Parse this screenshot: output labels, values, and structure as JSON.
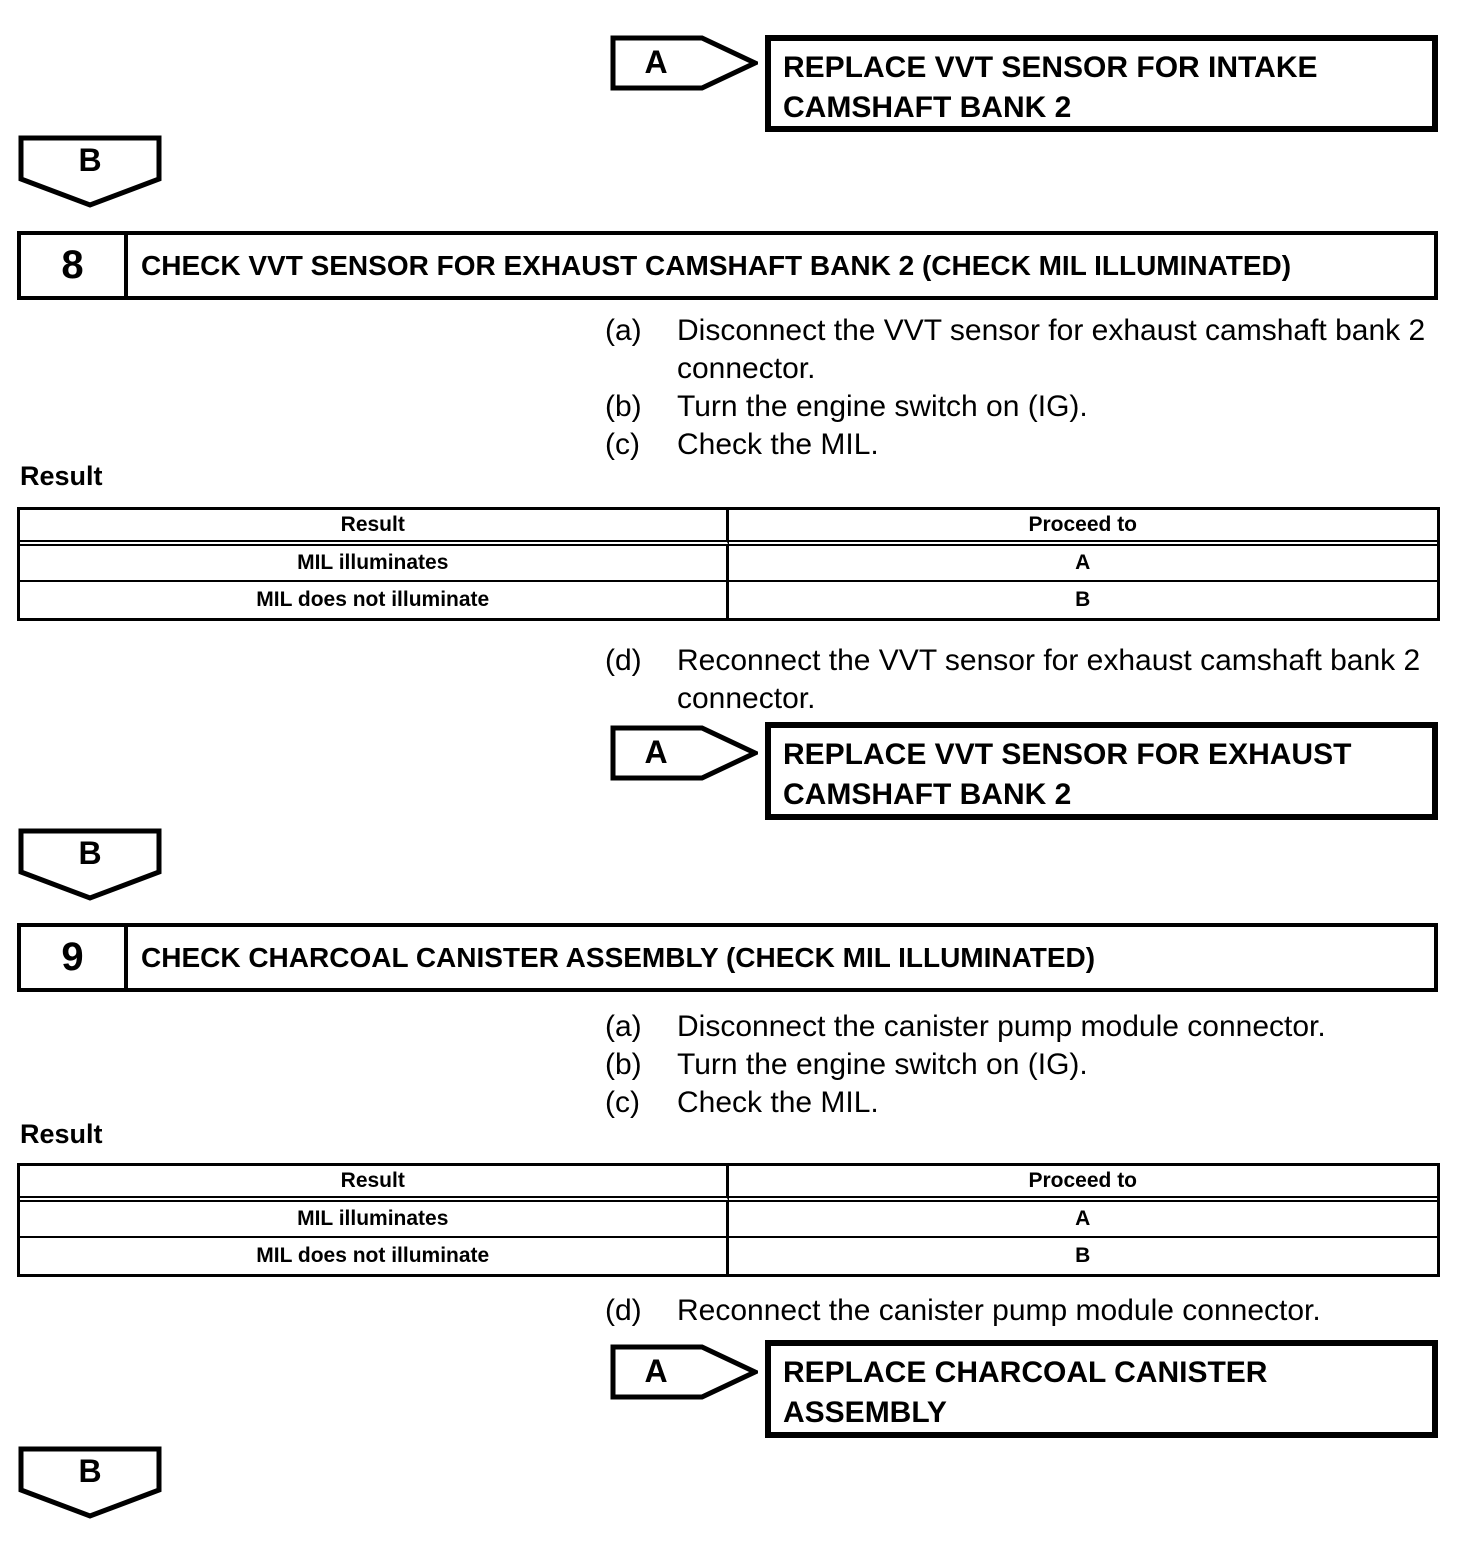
{
  "page": {
    "background": "#ffffff",
    "text_color": "#000000"
  },
  "prev_outcome": {
    "connector_letter": "A",
    "line1": "REPLACE VVT SENSOR FOR INTAKE",
    "line2": "CAMSHAFT BANK 2"
  },
  "connector_b_top": "B",
  "step8": {
    "number": "8",
    "title": "CHECK VVT SENSOR FOR EXHAUST CAMSHAFT BANK 2 (CHECK MIL ILLUMINATED)",
    "substep_a_label": "(a)",
    "substep_a_text": "Disconnect the VVT sensor for exhaust camshaft bank 2 connector.",
    "substep_b_label": "(b)",
    "substep_b_text": "Turn the engine switch on (IG).",
    "substep_c_label": "(c)",
    "substep_c_text": "Check the MIL.",
    "result_heading": "Result",
    "table": {
      "col1_header": "Result",
      "col2_header": "Proceed to",
      "rows": [
        {
          "result": "MIL illuminates",
          "proceed_to": "A"
        },
        {
          "result": "MIL does not illuminate",
          "proceed_to": "B"
        }
      ]
    },
    "substep_d_label": "(d)",
    "substep_d_text": "Reconnect the VVT sensor for exhaust camshaft bank 2 connector.",
    "outcome": {
      "connector_letter": "A",
      "line1": "REPLACE VVT SENSOR FOR EXHAUST",
      "line2": "CAMSHAFT BANK 2"
    },
    "connector_b": "B"
  },
  "step9": {
    "number": "9",
    "title": "CHECK CHARCOAL CANISTER ASSEMBLY (CHECK MIL ILLUMINATED)",
    "substep_a_label": "(a)",
    "substep_a_text": "Disconnect the canister pump module connector.",
    "substep_b_label": "(b)",
    "substep_b_text": "Turn the engine switch on (IG).",
    "substep_c_label": "(c)",
    "substep_c_text": "Check the MIL.",
    "result_heading": "Result",
    "table": {
      "col1_header": "Result",
      "col2_header": "Proceed to",
      "rows": [
        {
          "result": "MIL illuminates",
          "proceed_to": "A"
        },
        {
          "result": "MIL does not illuminate",
          "proceed_to": "B"
        }
      ]
    },
    "substep_d_label": "(d)",
    "substep_d_text": "Reconnect the canister pump module connector.",
    "outcome": {
      "connector_letter": "A",
      "line1": "REPLACE CHARCOAL CANISTER",
      "line2": "ASSEMBLY"
    },
    "connector_b": "B"
  }
}
